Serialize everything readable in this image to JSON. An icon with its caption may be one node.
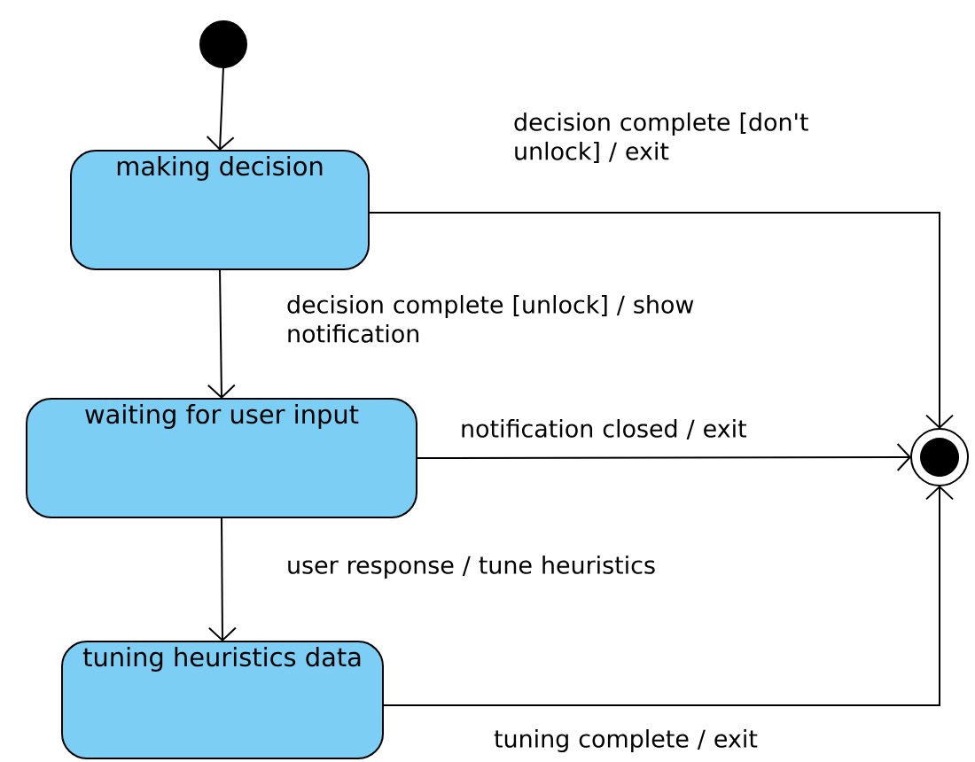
{
  "diagram": {
    "nodes": [
      {
        "text": [],
        "shape": "circle"
      },
      {
        "text": [
          "making decision"
        ]
      },
      {
        "text": [
          "waiting for user input"
        ]
      },
      {
        "text": [
          "tuning heuristics data"
        ]
      },
      {
        "text": [],
        "shape": "circle"
      }
    ],
    "edges": [
      {
        "from": 0,
        "to": 1,
        "arrow": "to"
      },
      {
        "from": 1,
        "to": 4,
        "arrow": "to",
        "label": "decision complete [don't unlock] / exit"
      },
      {
        "from": 1,
        "to": 2,
        "arrow": "to",
        "label": "decision complete [unlock] / show notification"
      },
      {
        "from": 2,
        "to": 4,
        "arrow": "to",
        "label": "notification closed / exit"
      },
      {
        "from": 2,
        "to": 3,
        "arrow": "to",
        "label": "user response / tune heuristics"
      },
      {
        "from": 3,
        "to": 4,
        "arrow": "to",
        "label": "tuning complete / exit"
      }
    ]
  }
}
